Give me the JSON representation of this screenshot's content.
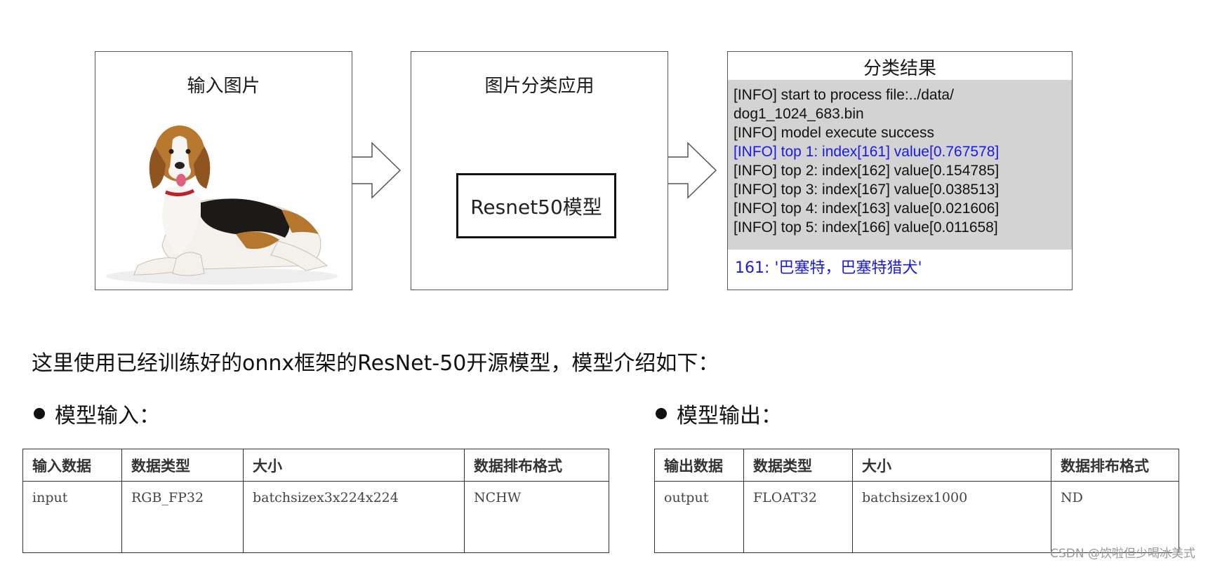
{
  "diagram": {
    "input_box": {
      "title": "输入图片"
    },
    "app_box": {
      "title": "图片分类应用",
      "model_label": "Resnet50模型"
    },
    "result_box": {
      "title": "分类结果",
      "log_lines": [
        "[INFO]  start to process file:../data/",
        "dog1_1024_683.bin",
        "[INFO]  model execute success",
        "[INFO]  top 1: index[161] value[0.767578]",
        "[INFO]  top 2: index[162] value[0.154785]",
        "[INFO]  top 3: index[167] value[0.038513]",
        "[INFO]  top 4: index[163] value[0.021606]",
        "[INFO]  top 5: index[166] value[0.011658]"
      ],
      "highlight_line_index": 3,
      "result": "161: '巴塞特，巴塞特猎犬'",
      "highlight_color": "#1a1ae6"
    }
  },
  "intro_text": "这里使用已经训练好的onnx框架的ResNet-50开源模型，模型介绍如下：",
  "input_section": {
    "heading": "模型输入：",
    "headers": [
      "输入数据",
      "数据类型",
      "大小",
      "数据排布格式"
    ],
    "row": [
      "input",
      "RGB_FP32",
      "batchsizex3x224x224",
      "NCHW"
    ]
  },
  "output_section": {
    "heading": "模型输出：",
    "headers": [
      "输出数据",
      "数据类型",
      "大小",
      "数据排布格式"
    ],
    "row": [
      "output",
      "FLOAT32",
      "batchsizex1000",
      "ND"
    ]
  },
  "watermark": "CSDN @饮啦但少喝冰美式"
}
